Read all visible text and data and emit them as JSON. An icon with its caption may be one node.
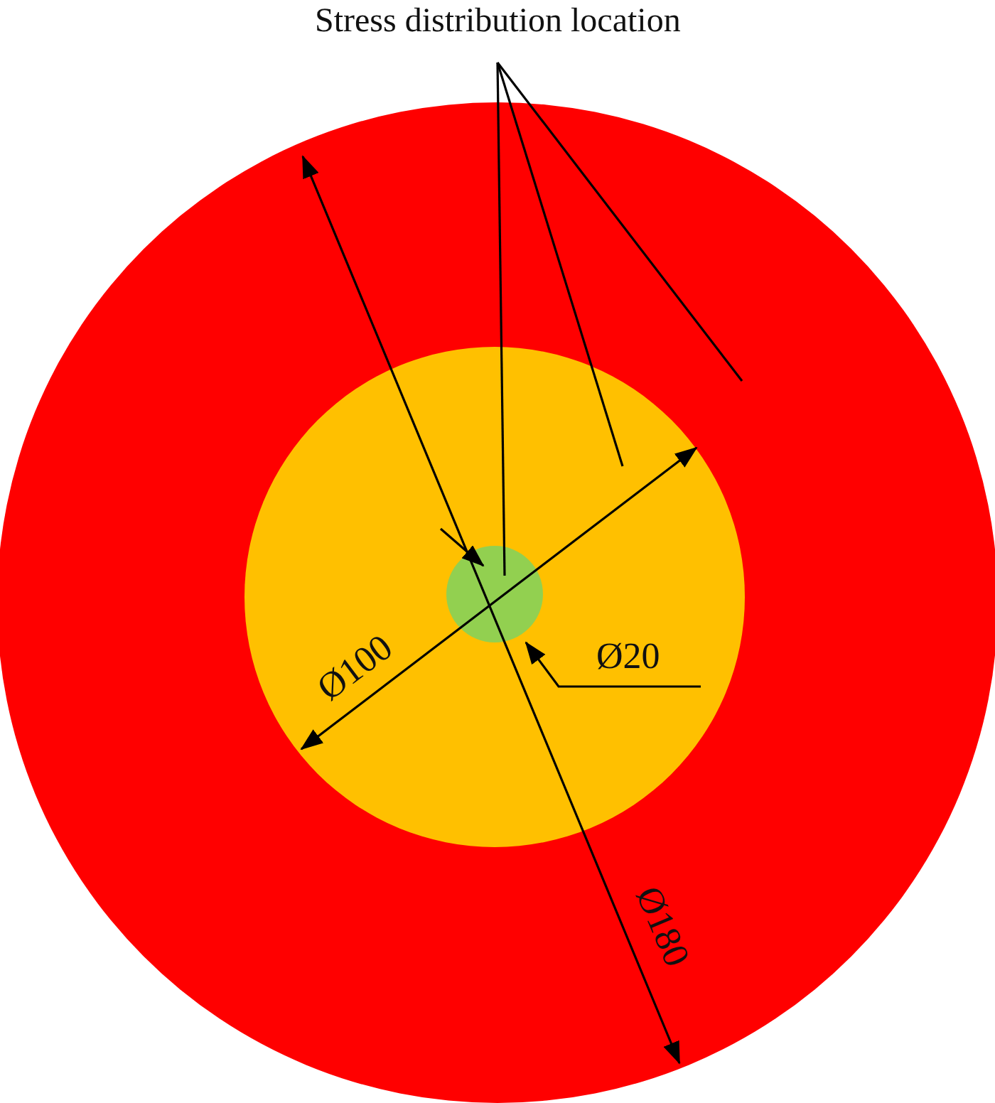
{
  "diagram": {
    "nodes": [
      {
        "text": [
          "Stress distribution location"
        ]
      },
      {
        "text": [],
        "shape": "circle"
      },
      {
        "text": [],
        "shape": "circle",
        "in": 1
      },
      {
        "text": [],
        "shape": "circle",
        "in": 2
      }
    ],
    "edges": [
      {
        "from": 0,
        "to": 3,
        "arrow": "none"
      },
      {
        "from": 0,
        "to": 2,
        "arrow": "none"
      },
      {
        "from": 0,
        "to": 1,
        "arrow": "none"
      }
    ],
    "labels": [
      "Ø100",
      "Ø20",
      "Ø180"
    ]
  }
}
